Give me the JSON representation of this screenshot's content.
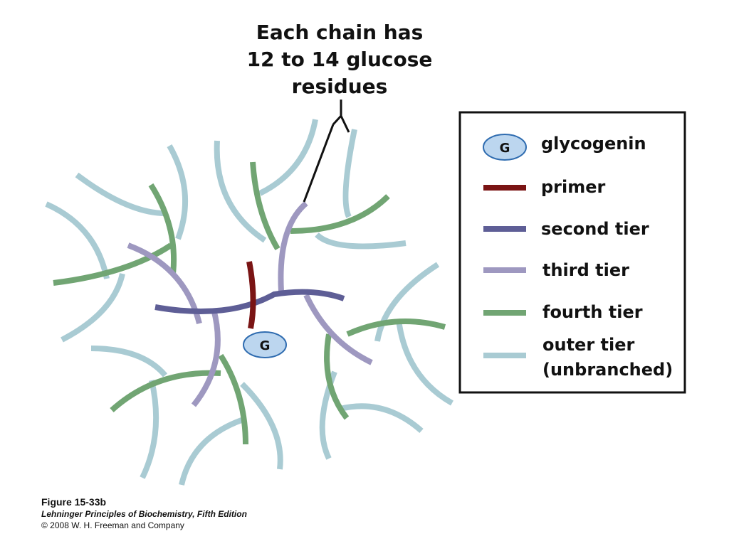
{
  "callout": {
    "lines": [
      "Each chain has",
      "12 to 14 glucose",
      "residues"
    ]
  },
  "glycogenin_label": "G",
  "legend": {
    "items": [
      {
        "key": "glycogenin",
        "label": "glycogenin",
        "symbol": "G"
      },
      {
        "key": "primer",
        "label": "primer"
      },
      {
        "key": "second",
        "label": "second tier"
      },
      {
        "key": "third",
        "label": "third tier"
      },
      {
        "key": "fourth",
        "label": "fourth tier"
      },
      {
        "key": "outer",
        "label": "outer tier",
        "label2": "(unbranched)"
      }
    ]
  },
  "colors": {
    "primer": "#7a1414",
    "second": "#5e5e96",
    "third": "#9e98c0",
    "fourth": "#71a573",
    "outer": "#a9cbd3",
    "glycogenin_fill": "#bcd6ef",
    "glycogenin_stroke": "#2f6cb0"
  },
  "caption": {
    "figure": "Figure 15-33b",
    "book": "Lehninger Principles of Biochemistry, Fifth Edition",
    "copyright": "© 2008 W. H. Freeman and Company"
  }
}
